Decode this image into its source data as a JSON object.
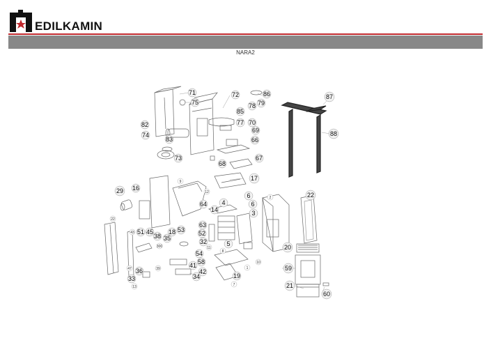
{
  "brand": {
    "name": "EDILKAMIN",
    "accent_color": "#c0282d",
    "icon": "house-flame-logo-icon"
  },
  "header": {
    "bar_color": "#888888"
  },
  "document": {
    "model": "NARA2"
  },
  "callouts": [
    {
      "id": "71",
      "label": "71"
    },
    {
      "id": "75",
      "label": "75"
    },
    {
      "id": "72",
      "label": "72"
    },
    {
      "id": "86",
      "label": "86"
    },
    {
      "id": "79",
      "label": "79"
    },
    {
      "id": "78",
      "label": "78"
    },
    {
      "id": "85",
      "label": "85"
    },
    {
      "id": "82",
      "label": "82"
    },
    {
      "id": "77",
      "label": "77"
    },
    {
      "id": "70",
      "label": "70"
    },
    {
      "id": "74",
      "label": "74"
    },
    {
      "id": "69",
      "label": "69"
    },
    {
      "id": "83",
      "label": "83"
    },
    {
      "id": "66",
      "label": "66"
    },
    {
      "id": "73",
      "label": "73"
    },
    {
      "id": "67",
      "label": "67"
    },
    {
      "id": "68",
      "label": "68"
    },
    {
      "id": "87",
      "label": "87"
    },
    {
      "id": "88",
      "label": "88"
    },
    {
      "id": "17",
      "label": "17"
    },
    {
      "id": "29",
      "label": "29"
    },
    {
      "id": "16",
      "label": "16"
    },
    {
      "id": "6a",
      "label": "6"
    },
    {
      "id": "64",
      "label": "64"
    },
    {
      "id": "6b",
      "label": "6"
    },
    {
      "id": "22a",
      "label": "22"
    },
    {
      "id": "14",
      "label": "14"
    },
    {
      "id": "3",
      "label": "3"
    },
    {
      "id": "4",
      "label": "4"
    },
    {
      "id": "63",
      "label": "63"
    },
    {
      "id": "51",
      "label": "51"
    },
    {
      "id": "45",
      "label": "45"
    },
    {
      "id": "53",
      "label": "53"
    },
    {
      "id": "18",
      "label": "18"
    },
    {
      "id": "52",
      "label": "52"
    },
    {
      "id": "38",
      "label": "38"
    },
    {
      "id": "35",
      "label": "35"
    },
    {
      "id": "32",
      "label": "32"
    },
    {
      "id": "5",
      "label": "5"
    },
    {
      "id": "20",
      "label": "20"
    },
    {
      "id": "54",
      "label": "54"
    },
    {
      "id": "58",
      "label": "58"
    },
    {
      "id": "41",
      "label": "41"
    },
    {
      "id": "59",
      "label": "59"
    },
    {
      "id": "36",
      "label": "36"
    },
    {
      "id": "42",
      "label": "42"
    },
    {
      "id": "19",
      "label": "19"
    },
    {
      "id": "33",
      "label": "33"
    },
    {
      "id": "34",
      "label": "34"
    },
    {
      "id": "21",
      "label": "21"
    },
    {
      "id": "60",
      "label": "60"
    }
  ],
  "small_labels": [
    {
      "id": "s12",
      "label": "12"
    },
    {
      "id": "s9",
      "label": "9"
    },
    {
      "id": "s22",
      "label": "22"
    },
    {
      "id": "s43",
      "label": "43"
    },
    {
      "id": "s300",
      "label": "300"
    },
    {
      "id": "s47",
      "label": "47"
    },
    {
      "id": "s39",
      "label": "39"
    },
    {
      "id": "s13",
      "label": "13"
    },
    {
      "id": "s2",
      "label": "2"
    },
    {
      "id": "s1",
      "label": "1"
    },
    {
      "id": "s10",
      "label": "10"
    },
    {
      "id": "s7",
      "label": "7"
    },
    {
      "id": "s11",
      "label": "11"
    },
    {
      "id": "s8",
      "label": "8"
    }
  ]
}
